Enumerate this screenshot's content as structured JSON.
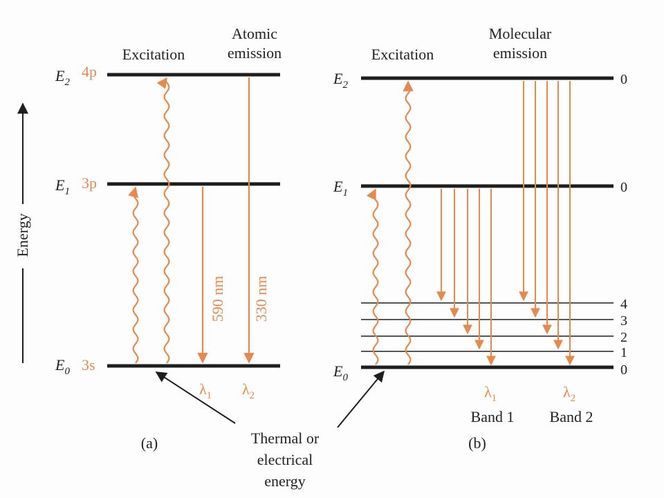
{
  "colors": {
    "accent": "#e8894a",
    "ink": "#1e1e1e"
  },
  "panel_a": {
    "header_excitation": "Excitation",
    "header_emission_line1": "Atomic",
    "header_emission_line2": "emission",
    "levels": [
      {
        "symbol": "E",
        "sub": "2",
        "orbital": "4p"
      },
      {
        "symbol": "E",
        "sub": "1",
        "orbital": "3p"
      },
      {
        "symbol": "E",
        "sub": "0",
        "orbital": "3s"
      }
    ],
    "wavelength_1": "590 nm",
    "wavelength_2": "330 nm",
    "lambda_1_sym": "λ",
    "lambda_1_sub": "1",
    "lambda_2_sym": "λ",
    "lambda_2_sub": "2",
    "caption": "(a)"
  },
  "panel_b": {
    "header_excitation": "Excitation",
    "header_emission_line1": "Molecular",
    "header_emission_line2": "emission",
    "levels": [
      {
        "symbol": "E",
        "sub": "2"
      },
      {
        "symbol": "E",
        "sub": "1"
      },
      {
        "symbol": "E",
        "sub": "0"
      }
    ],
    "vib_labels_top": [
      "0",
      "0"
    ],
    "vib_labels_ground": [
      "4",
      "3",
      "2",
      "1",
      "0"
    ],
    "lambda_1_sym": "λ",
    "lambda_1_sub": "1",
    "lambda_2_sym": "λ",
    "lambda_2_sub": "2",
    "band_1": "Band 1",
    "band_2": "Band 2",
    "caption": "(b)"
  },
  "energy_axis_label": "Energy",
  "thermal_note": [
    "Thermal or",
    "electrical",
    "energy"
  ]
}
